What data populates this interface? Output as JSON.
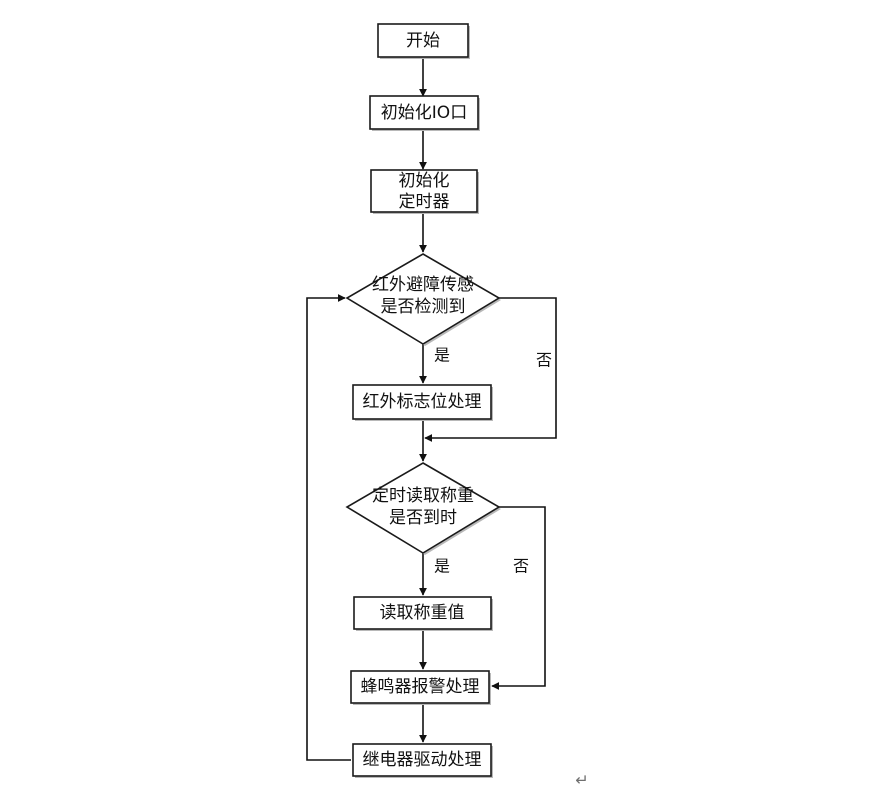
{
  "flowchart": {
    "nodes": {
      "start": "开始",
      "init_io": "初始化IO口",
      "init_timer": [
        "初始化",
        "定时器"
      ],
      "ir_check": [
        "红外避障传感",
        "是否检测到"
      ],
      "ir_flag": "红外标志位处理",
      "timer_check": [
        "定时读取称重",
        "是否到时"
      ],
      "read_weight": "读取称重值",
      "buzzer": "蜂鸣器报警处理",
      "relay": "继电器驱动处理"
    },
    "edge_labels": {
      "ir_yes": "是",
      "ir_no": "否",
      "timer_yes": "是",
      "timer_no": "否"
    }
  },
  "paragraph_mark": "↵"
}
